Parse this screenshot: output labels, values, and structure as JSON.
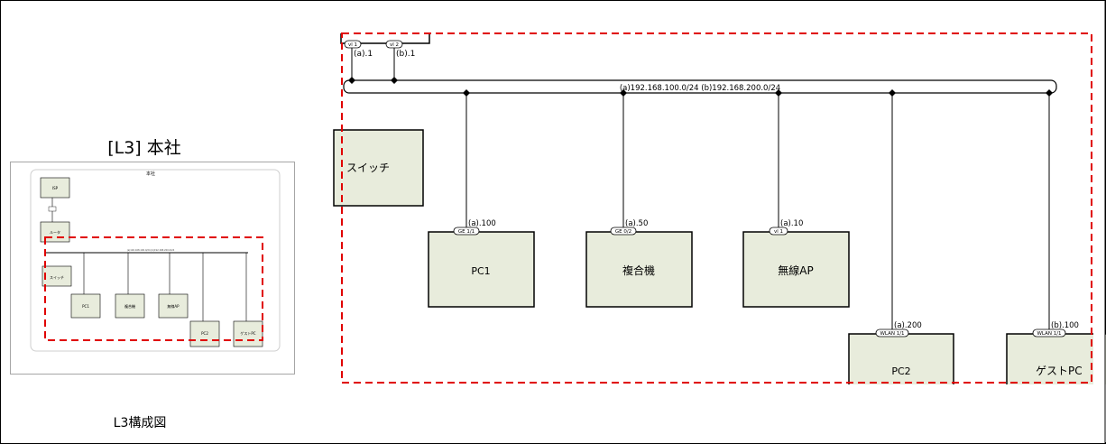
{
  "overview": {
    "title": "[L3] 本社",
    "group_label": "本社",
    "isp_label": "ISP",
    "router_label": "ルータ",
    "switch_label": "スイッチ",
    "pc1_label": "PC1",
    "mfp_label": "複合機",
    "ap_label": "無線AP",
    "pc2_label": "PC2",
    "guest_label": "ゲストPC"
  },
  "caption": "L3構成図",
  "detail": {
    "vlan_ports": [
      "vl 1",
      "vl 2"
    ],
    "vlan_addrs": [
      "(a).1",
      "(b).1"
    ],
    "bus_label": "(a)192.168.100.0/24  (b)192.168.200.0/24",
    "switch_label": "スイッチ",
    "devices": [
      {
        "label": "PC1",
        "port": "GE 1/1",
        "addr": "(a).100"
      },
      {
        "label": "複合機",
        "port": "GE 0/2",
        "addr": "(a).50"
      },
      {
        "label": "無線AP",
        "port": "vl 1",
        "addr": "(a).10"
      },
      {
        "label": "PC2",
        "port": "WLAN 1/1",
        "addr": "(a).200"
      },
      {
        "label": "ゲストPC",
        "port": "WLAN 1/1",
        "addr": "(b).100"
      }
    ]
  },
  "colors": {
    "node_fill": "#e8ecdc",
    "highlight": "#e00000",
    "line": "#000000"
  }
}
